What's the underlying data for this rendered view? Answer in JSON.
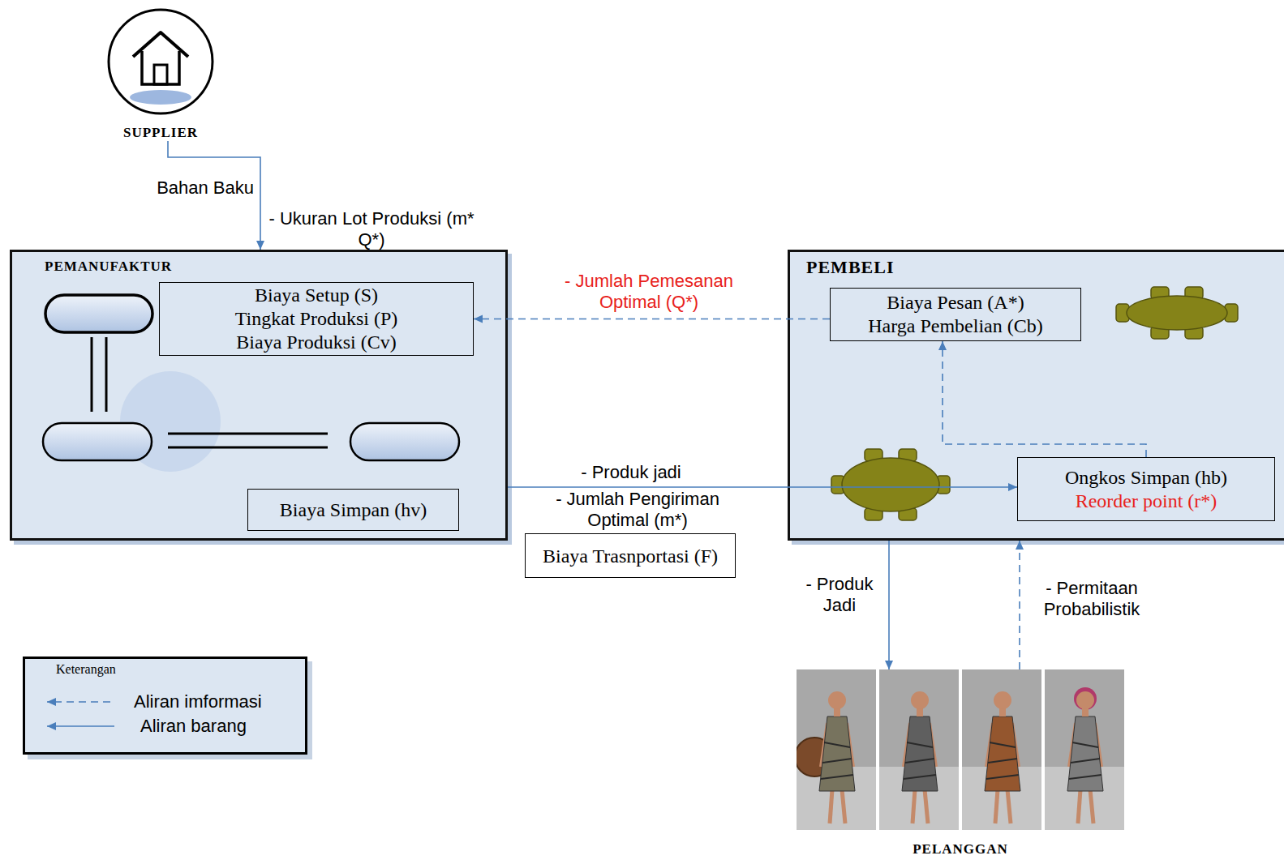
{
  "diagram": {
    "nodes": [
      {
        "text": [
          "SUPPLIER"
        ]
      },
      {
        "text": [
          "PEMANUFAKTUR"
        ]
      },
      {
        "text": [
          "Biaya Setup (S)",
          "Tingkat Produksi (P)",
          "Biaya Produksi (Cv)"
        ],
        "in": 1
      },
      {
        "text": [
          "Biaya Simpan (hv)"
        ],
        "in": 1
      },
      {
        "text": [
          "PEMBELI"
        ]
      },
      {
        "text": [
          "Biaya Pesan (A*)",
          "Harga Pembelian (Cb)"
        ],
        "in": 4
      },
      {
        "text": [
          "Ongkos Simpan (hb)",
          "Reorder point (r*)"
        ],
        "in": 4
      },
      {
        "text": [
          "Biaya Trasnportasi (F)"
        ]
      },
      {
        "text": [
          "PELANGGAN"
        ]
      }
    ],
    "edges": [
      {
        "from": 0,
        "to": 1,
        "label": "Bahan Baku",
        "arrow": "to"
      },
      {
        "from": 5,
        "to": 2,
        "label": "- Jumlah Pemesanan Optimal (Q*)",
        "arrow": "to"
      },
      {
        "from": 1,
        "to": 6,
        "label": "- Produk jadi",
        "arrow": "to"
      },
      {
        "from": 6,
        "to": 5,
        "arrow": "to"
      },
      {
        "from": 4,
        "to": 8,
        "label": "- Produk Jadi",
        "arrow": "to"
      },
      {
        "from": 8,
        "to": 4,
        "label": "- Permitaan Probabilistik",
        "arrow": "to"
      }
    ],
    "labels": [
      "- Ukuran Lot Produksi (m* Q*)",
      "- Jumlah Pengiriman Optimal (m*)",
      "Keterangan"
    ],
    "legend": [
      {
        "text": "Aliran imformasi"
      },
      {
        "text": "Aliran barang"
      }
    ]
  }
}
